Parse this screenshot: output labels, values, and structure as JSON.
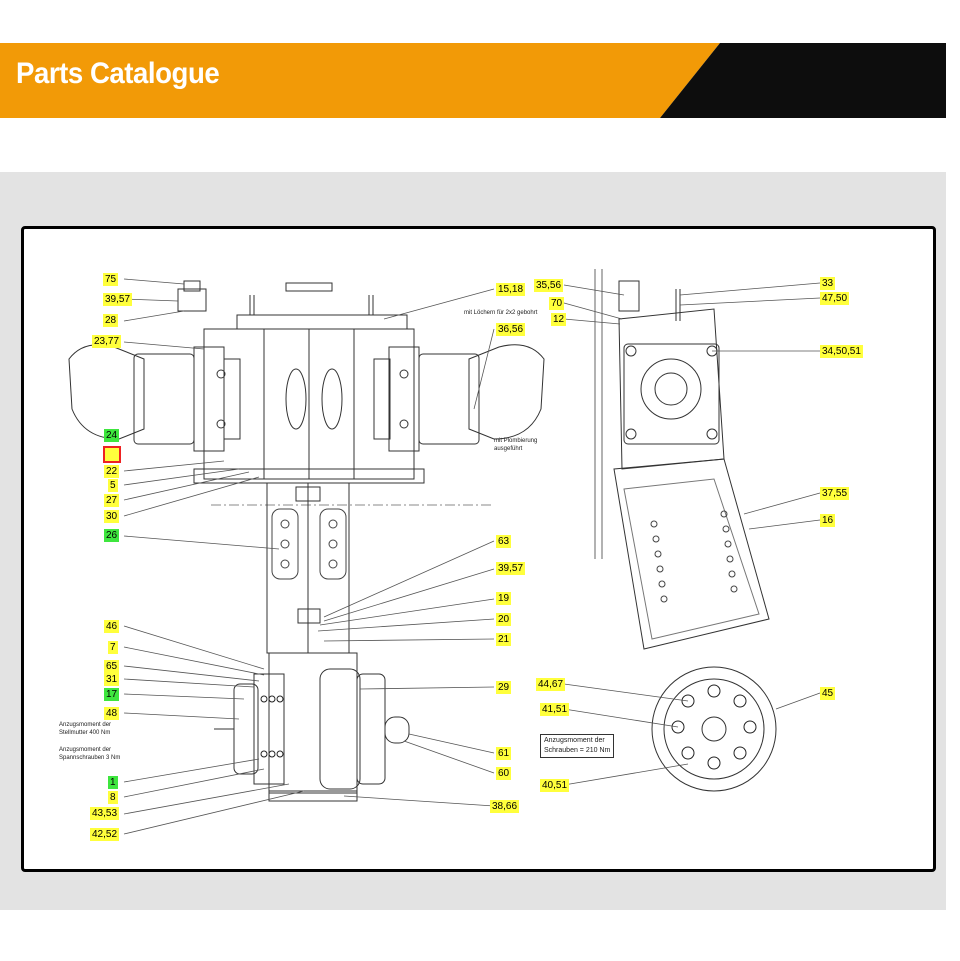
{
  "header": {
    "title": "Parts Catalogue",
    "accent_color": "#f29a07",
    "dark_color": "#0d0d0d"
  },
  "diagram": {
    "labels_left": [
      {
        "text": "75",
        "style": "yellow"
      },
      {
        "text": "39,57",
        "style": "yellow"
      },
      {
        "text": "28",
        "style": "yellow"
      },
      {
        "text": "23,77",
        "style": "yellow"
      },
      {
        "text": "24",
        "style": "green"
      },
      {
        "text": "",
        "style": "red"
      },
      {
        "text": "22",
        "style": "yellow"
      },
      {
        "text": "5",
        "style": "yellow"
      },
      {
        "text": "27",
        "style": "yellow"
      },
      {
        "text": "30",
        "style": "yellow"
      },
      {
        "text": "26",
        "style": "green"
      },
      {
        "text": "46",
        "style": "yellow"
      },
      {
        "text": "7",
        "style": "yellow"
      },
      {
        "text": "65",
        "style": "yellow"
      },
      {
        "text": "31",
        "style": "yellow"
      },
      {
        "text": "17",
        "style": "green"
      },
      {
        "text": "48",
        "style": "yellow"
      },
      {
        "text": "1",
        "style": "green"
      },
      {
        "text": "8",
        "style": "yellow"
      },
      {
        "text": "43,53",
        "style": "yellow"
      },
      {
        "text": "42,52",
        "style": "yellow"
      }
    ],
    "labels_center": [
      {
        "text": "15,18"
      },
      {
        "text": "36,56"
      },
      {
        "text": "63"
      },
      {
        "text": "39,57"
      },
      {
        "text": "19"
      },
      {
        "text": "20"
      },
      {
        "text": "21"
      },
      {
        "text": "29"
      },
      {
        "text": "61"
      },
      {
        "text": "60"
      },
      {
        "text": "38,66"
      }
    ],
    "labels_right": [
      {
        "text": "35,56"
      },
      {
        "text": "70"
      },
      {
        "text": "12"
      },
      {
        "text": "33"
      },
      {
        "text": "47,50"
      },
      {
        "text": "34,50,51"
      },
      {
        "text": "37,55"
      },
      {
        "text": "16"
      },
      {
        "text": "44,67"
      },
      {
        "text": "41,51"
      },
      {
        "text": "40,51"
      },
      {
        "text": "45"
      }
    ],
    "notes": {
      "torque_nut": "Anzugsmoment der\nStellmutter 400 Nm",
      "torque_spring": "Anzugsmoment der\nSpannschrauben 3 Nm",
      "torque_screws": "Anzugsmoment der\nSchrauben = 210 Nm",
      "holes_note": "mit Löchern für 2x2 gebohrt",
      "paint_note": "mit Plombierung\nausgeführt"
    }
  }
}
